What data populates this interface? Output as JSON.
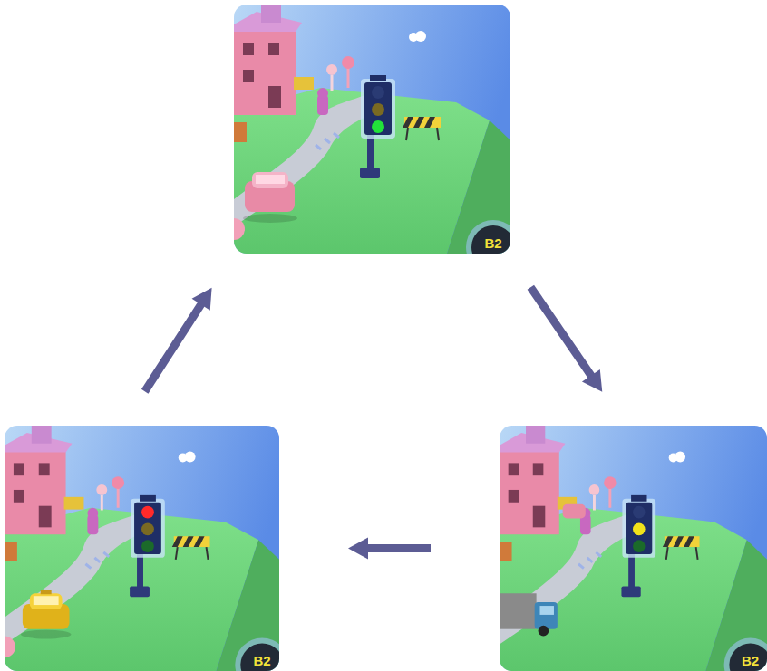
{
  "diagram": {
    "nodes": [
      {
        "text": [
          "B2"
        ]
      },
      {
        "text": [
          "B2"
        ]
      },
      {
        "text": [
          "B2"
        ]
      }
    ],
    "edges": [
      {
        "from": 0,
        "to": 1,
        "arrow": "to"
      },
      {
        "from": 1,
        "to": 2,
        "arrow": "to"
      },
      {
        "from": 2,
        "to": 0,
        "arrow": "to"
      }
    ]
  }
}
